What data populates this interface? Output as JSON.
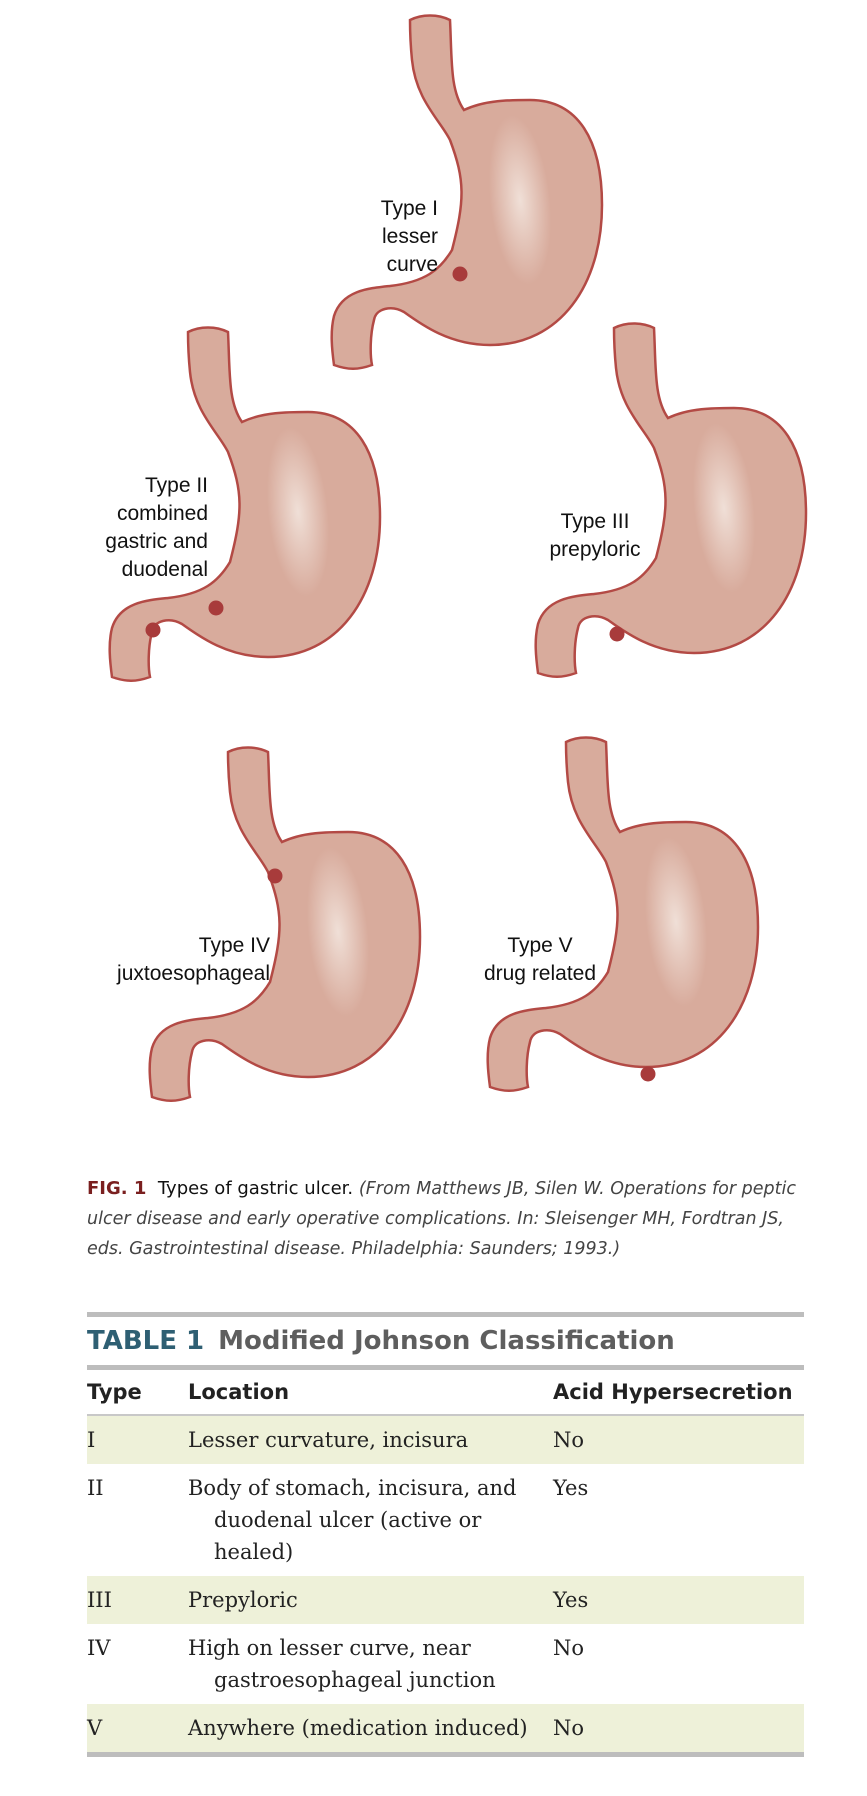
{
  "figure": {
    "labels": {
      "type1": [
        "Type I",
        "lesser",
        "curve"
      ],
      "type2": [
        "Type II",
        "combined",
        "gastric and",
        "duodenal"
      ],
      "type3": [
        "Type III",
        "prepyloric"
      ],
      "type4": [
        "Type IV",
        "juxtoesophageal"
      ],
      "type5": [
        "Type V",
        "drug related"
      ]
    },
    "colors": {
      "stomach_fill": "#d8ab9c",
      "stomach_outline": "#b34a45",
      "highlight": "#f0e0d8",
      "ulcer": "#a83b3b"
    }
  },
  "caption": {
    "fig_num": "FIG. 1",
    "fig_title": "Types of gastric ulcer.",
    "citation": "(From Matthews JB, Silen W. Operations for peptic ulcer disease and early operative complications. In: Sleisenger MH, Fordtran JS, eds. Gastrointestinal disease. Philadelphia: Saunders; 1993.)"
  },
  "table": {
    "number": "TABLE 1",
    "title": "Modified Johnson Classification",
    "headers": [
      "Type",
      "Location",
      "Acid Hypersecretion"
    ],
    "rows": [
      {
        "type": "I",
        "location": [
          "Lesser curvature, incisura"
        ],
        "acid": "No"
      },
      {
        "type": "II",
        "location": [
          "Body of stomach, incisura, and",
          "duodenal ulcer (active or",
          "healed)"
        ],
        "acid": "Yes"
      },
      {
        "type": "III",
        "location": [
          "Prepyloric"
        ],
        "acid": "Yes"
      },
      {
        "type": "IV",
        "location": [
          "High on lesser curve, near",
          "gastroesophageal junction"
        ],
        "acid": "No"
      },
      {
        "type": "V",
        "location": [
          "Anywhere (medication induced)"
        ],
        "acid": "No"
      }
    ]
  }
}
